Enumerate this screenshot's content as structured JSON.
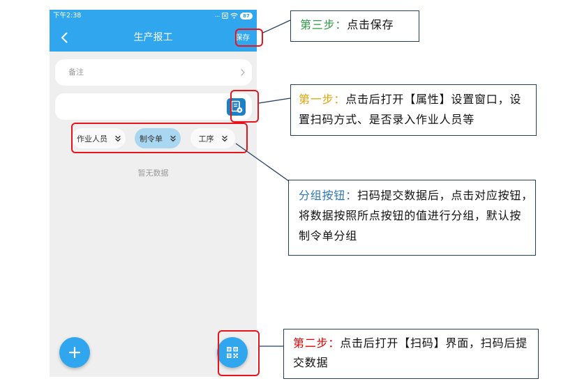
{
  "status_bar": {
    "time": "下午2:38",
    "more_dots": "...",
    "battery_level": "87",
    "icons": [
      "no-sim-icon",
      "wifi-icon",
      "battery-icon"
    ]
  },
  "header": {
    "back_icon": "chevron-left-icon",
    "title": "生产报工",
    "save_label": "保存"
  },
  "form": {
    "remark_placeholder": "备注",
    "remark_icon": "chevron-right-icon",
    "scan_settings_icon": "scan-settings-icon"
  },
  "group_buttons": [
    {
      "label": "作业人员",
      "active": false,
      "icon": "double-chevron-down-icon"
    },
    {
      "label": "制令单",
      "active": true,
      "icon": "double-chevron-down-icon"
    },
    {
      "label": "工序",
      "active": false,
      "icon": "double-chevron-down-icon"
    }
  ],
  "empty_text": "暂无数据",
  "fab": {
    "add_icon": "plus-icon",
    "scan_icon": "qr-code-icon"
  },
  "annotations": {
    "step3": {
      "label": "第三步：",
      "lines": [
        "点击保存"
      ]
    },
    "step1": {
      "label": "第一步：",
      "lines": [
        "点击后打开【属性】设置窗口，设",
        "置扫码方式、是否录入作业人员等"
      ]
    },
    "grouping": {
      "label": "分组按钮：",
      "lines": [
        "扫码提交数据后，点击对应按钮，",
        "将数据按照所点按钮的值进行分组，默认按",
        "制令单分组"
      ]
    },
    "step2": {
      "label": "第二步：",
      "lines": [
        "点击后打开【扫码】界面，扫码后提",
        "交数据"
      ]
    }
  },
  "colors": {
    "primary": "#30a6ef",
    "highlight_red": "#e8141b",
    "callout_border": "#243f60",
    "step3_label": "#2e9a44",
    "step1_label": "#e3a300",
    "grouping_label": "#2e75b6",
    "step2_label": "#e00000",
    "active_pill": "#a9d7f1",
    "scan_icon_bg": "#1d7fc4"
  }
}
